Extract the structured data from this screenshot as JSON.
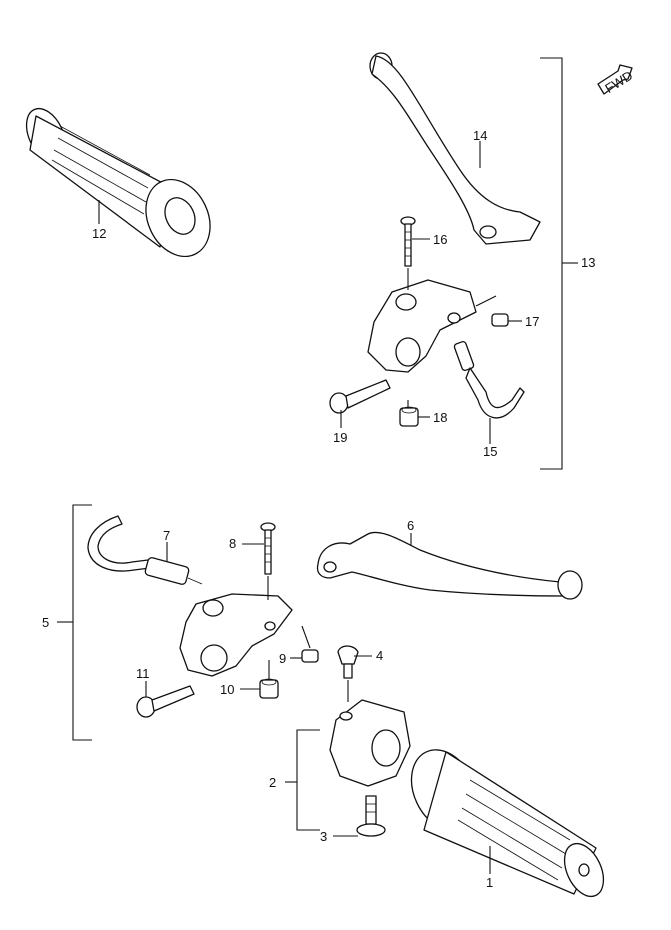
{
  "diagram": {
    "fwd_label": "FWD",
    "callouts": {
      "c1": "1",
      "c2": "2",
      "c3": "3",
      "c4": "4",
      "c5": "5",
      "c6": "6",
      "c7": "7",
      "c8": "8",
      "c9": "9",
      "c10": "10",
      "c11": "11",
      "c12": "12",
      "c13": "13",
      "c14": "14",
      "c15": "15",
      "c16": "16",
      "c17": "17",
      "c18": "18",
      "c19": "19"
    }
  }
}
